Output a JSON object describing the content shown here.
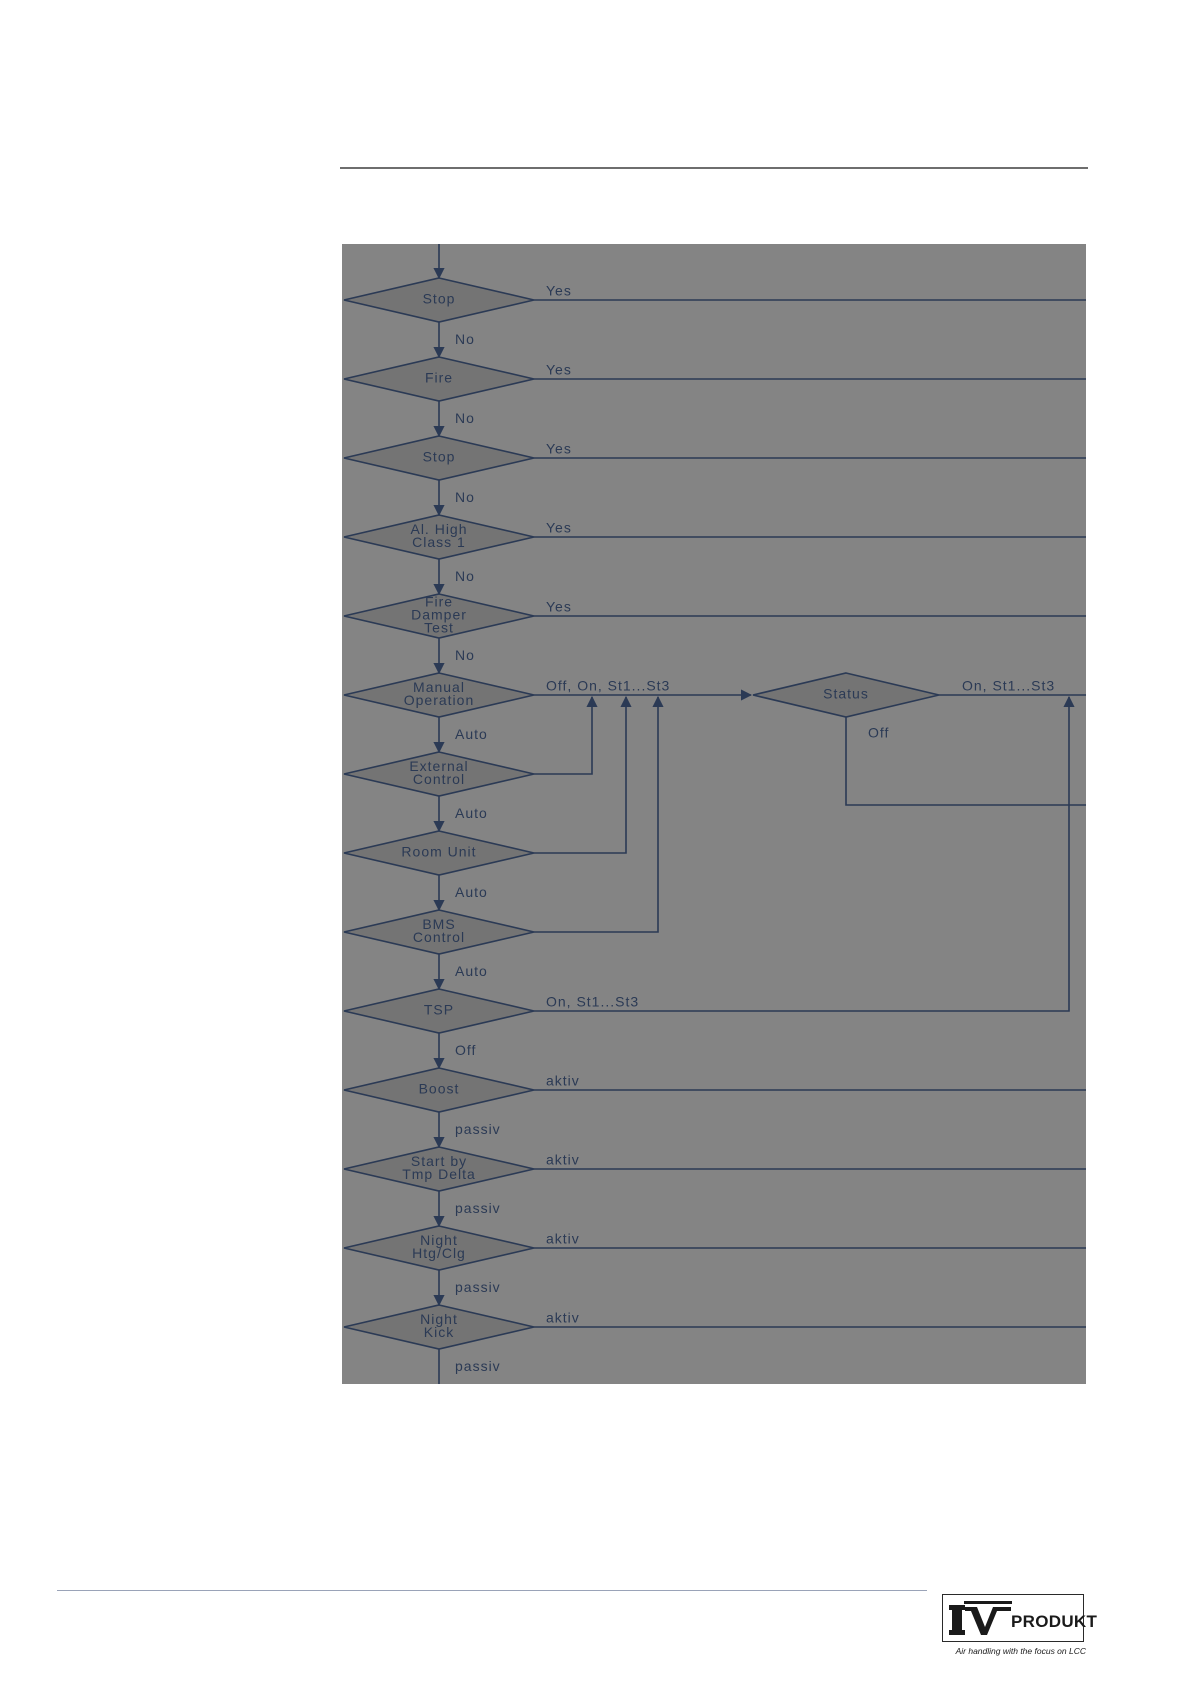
{
  "diagram": {
    "nodes": [
      {
        "id": "stop1",
        "lines": [
          "Stop"
        ],
        "exit_label": "Yes",
        "next_label": "No"
      },
      {
        "id": "fire",
        "lines": [
          "Fire"
        ],
        "exit_label": "Yes",
        "next_label": "No"
      },
      {
        "id": "stop2",
        "lines": [
          "Stop"
        ],
        "exit_label": "Yes",
        "next_label": "No"
      },
      {
        "id": "al_high",
        "lines": [
          "Al. High",
          "Class 1"
        ],
        "exit_label": "Yes",
        "next_label": "No"
      },
      {
        "id": "fire_damper",
        "lines": [
          "Fire",
          "Damper",
          "Test"
        ],
        "exit_label": "Yes",
        "next_label": "No"
      },
      {
        "id": "manual",
        "lines": [
          "Manual",
          "Operation"
        ],
        "exit_label": "Off, On, St1...St3",
        "next_label": "Auto"
      },
      {
        "id": "external",
        "lines": [
          "External",
          "Control"
        ],
        "exit_label": "",
        "next_label": "Auto"
      },
      {
        "id": "room_unit",
        "lines": [
          "Room Unit"
        ],
        "exit_label": "",
        "next_label": "Auto"
      },
      {
        "id": "bms",
        "lines": [
          "BMS",
          "Control"
        ],
        "exit_label": "",
        "next_label": "Auto"
      },
      {
        "id": "tsp",
        "lines": [
          "TSP"
        ],
        "exit_label": "On, St1...St3",
        "next_label": "Off"
      },
      {
        "id": "boost",
        "lines": [
          "Boost"
        ],
        "exit_label": "aktiv",
        "next_label": "passiv"
      },
      {
        "id": "start_tmp",
        "lines": [
          "Start by",
          "Tmp Delta"
        ],
        "exit_label": "aktiv",
        "next_label": "passiv"
      },
      {
        "id": "night_htg",
        "lines": [
          "Night",
          "Htg/Clg"
        ],
        "exit_label": "aktiv",
        "next_label": "passiv"
      },
      {
        "id": "night_kick",
        "lines": [
          "Night",
          "Kick"
        ],
        "exit_label": "aktiv",
        "next_label": "passiv"
      }
    ],
    "status_node": {
      "lines": [
        "Status"
      ],
      "exit_label": "On, St1...St3",
      "off_label": "Off"
    },
    "colors": {
      "background": "#848484",
      "diamond": "#747474",
      "stroke": "#2b3a55",
      "text": "#2b3a55"
    }
  },
  "logo": {
    "wordmark": "PRODUKT",
    "tagline": "Air handling with the focus on LCC"
  }
}
